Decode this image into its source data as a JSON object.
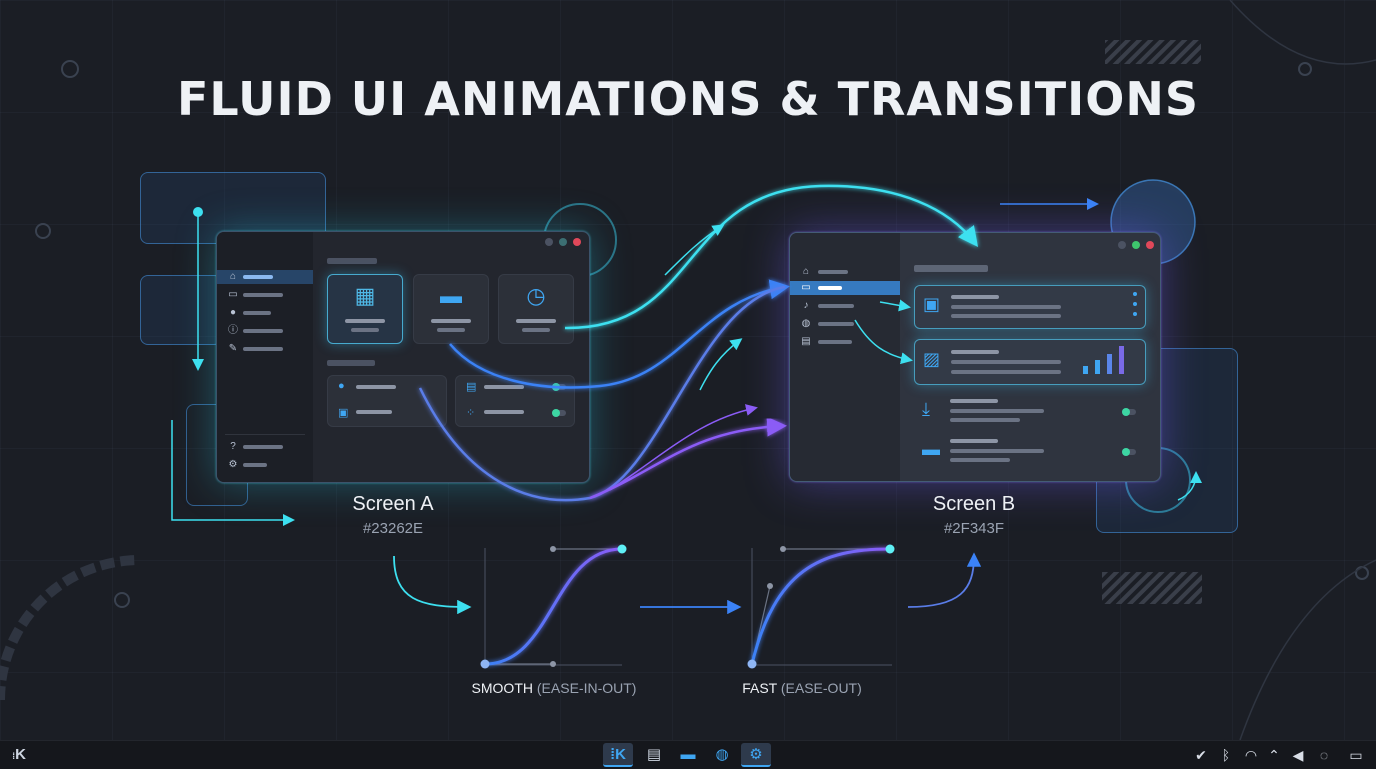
{
  "title": "FLUID UI ANIMATIONS & TRANSITIONS",
  "screen_a": {
    "label": "Screen A",
    "color": "#23262E"
  },
  "screen_b": {
    "label": "Screen B",
    "color": "#2F343F"
  },
  "curves": [
    {
      "name": "SMOOTH",
      "detail": "(EASE-IN-OUT)"
    },
    {
      "name": "FAST",
      "detail": "(EASE-OUT)"
    }
  ],
  "colors": {
    "accent_cyan": "#3de0f0",
    "accent_blue": "#3b82f6",
    "accent_purple": "#8b5cf6",
    "toggle_green": "#3dd6a3"
  },
  "icons": {
    "screen_a_cards": [
      "grid-icon",
      "folder-icon",
      "clock-icon"
    ],
    "screen_a_sidebar": [
      "home-icon",
      "calendar-icon",
      "user-icon",
      "info-icon",
      "tools-icon",
      "help-icon",
      "settings-icon"
    ],
    "screen_b_sidebar": [
      "home-icon",
      "window-icon",
      "bell-icon",
      "globe-icon",
      "list-icon"
    ],
    "screen_b_rows": [
      "image-icon",
      "gallery-icon",
      "download-icon",
      "folder-icon"
    ]
  },
  "taskbar": {
    "launcher": "K",
    "apps": [
      "kde-icon",
      "terminal-icon",
      "files-icon",
      "browser-icon",
      "settings-icon"
    ],
    "tray": [
      "check-icon",
      "bluetooth-icon",
      "wifi-icon",
      "chevron-up-icon",
      "volume-icon",
      "power-icon",
      "show-desktop-icon"
    ]
  }
}
